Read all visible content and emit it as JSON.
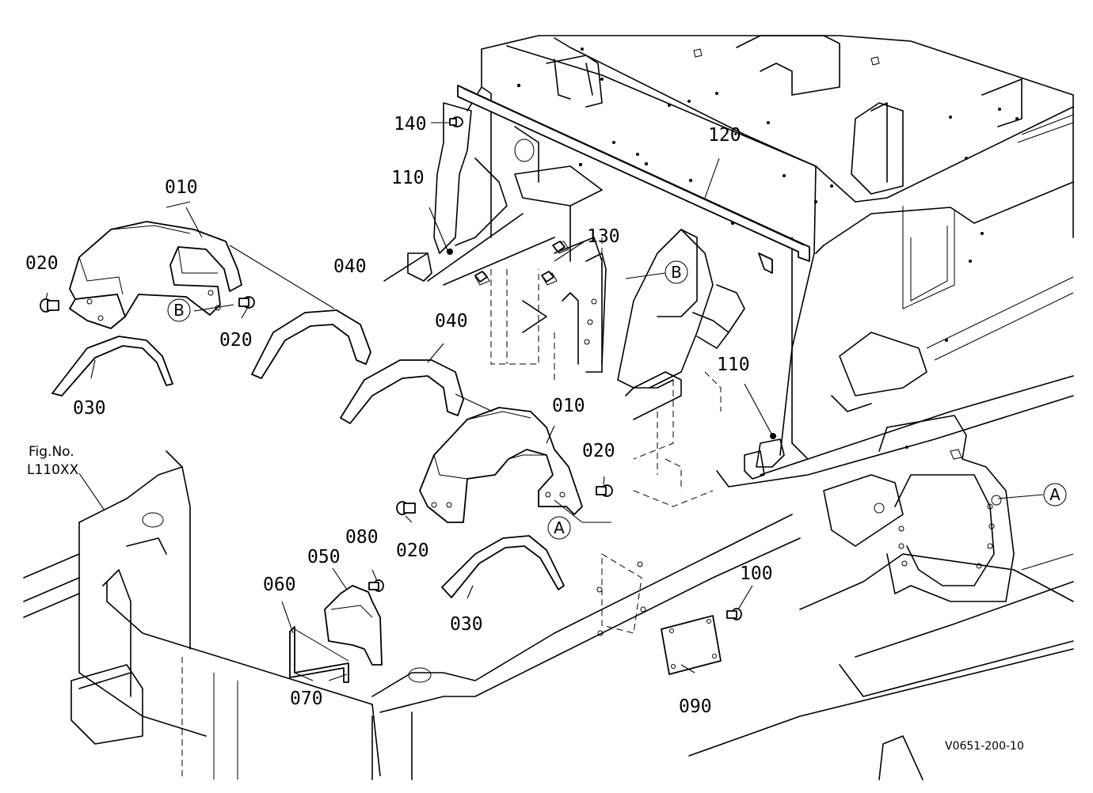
{
  "callouts": {
    "c010a": "010",
    "c020a": "020",
    "c020b": "020",
    "c030a": "030",
    "c040a": "040",
    "c040b": "040",
    "c010b": "010",
    "c020c": "020",
    "c020d": "020",
    "c030b": "030",
    "c050": "050",
    "c060": "060",
    "c070": "070",
    "c080": "080",
    "c090": "090",
    "c100": "100",
    "c110a": "110",
    "c110b": "110",
    "c120": "120",
    "c130": "130",
    "c140": "140"
  },
  "refs": {
    "b1": "B",
    "b2": "B",
    "a1": "A",
    "a2": "A"
  },
  "figure": {
    "fig_label": "Fig.No.",
    "fig_number": "L110XX",
    "drawing_code": "V0651-200-10"
  }
}
